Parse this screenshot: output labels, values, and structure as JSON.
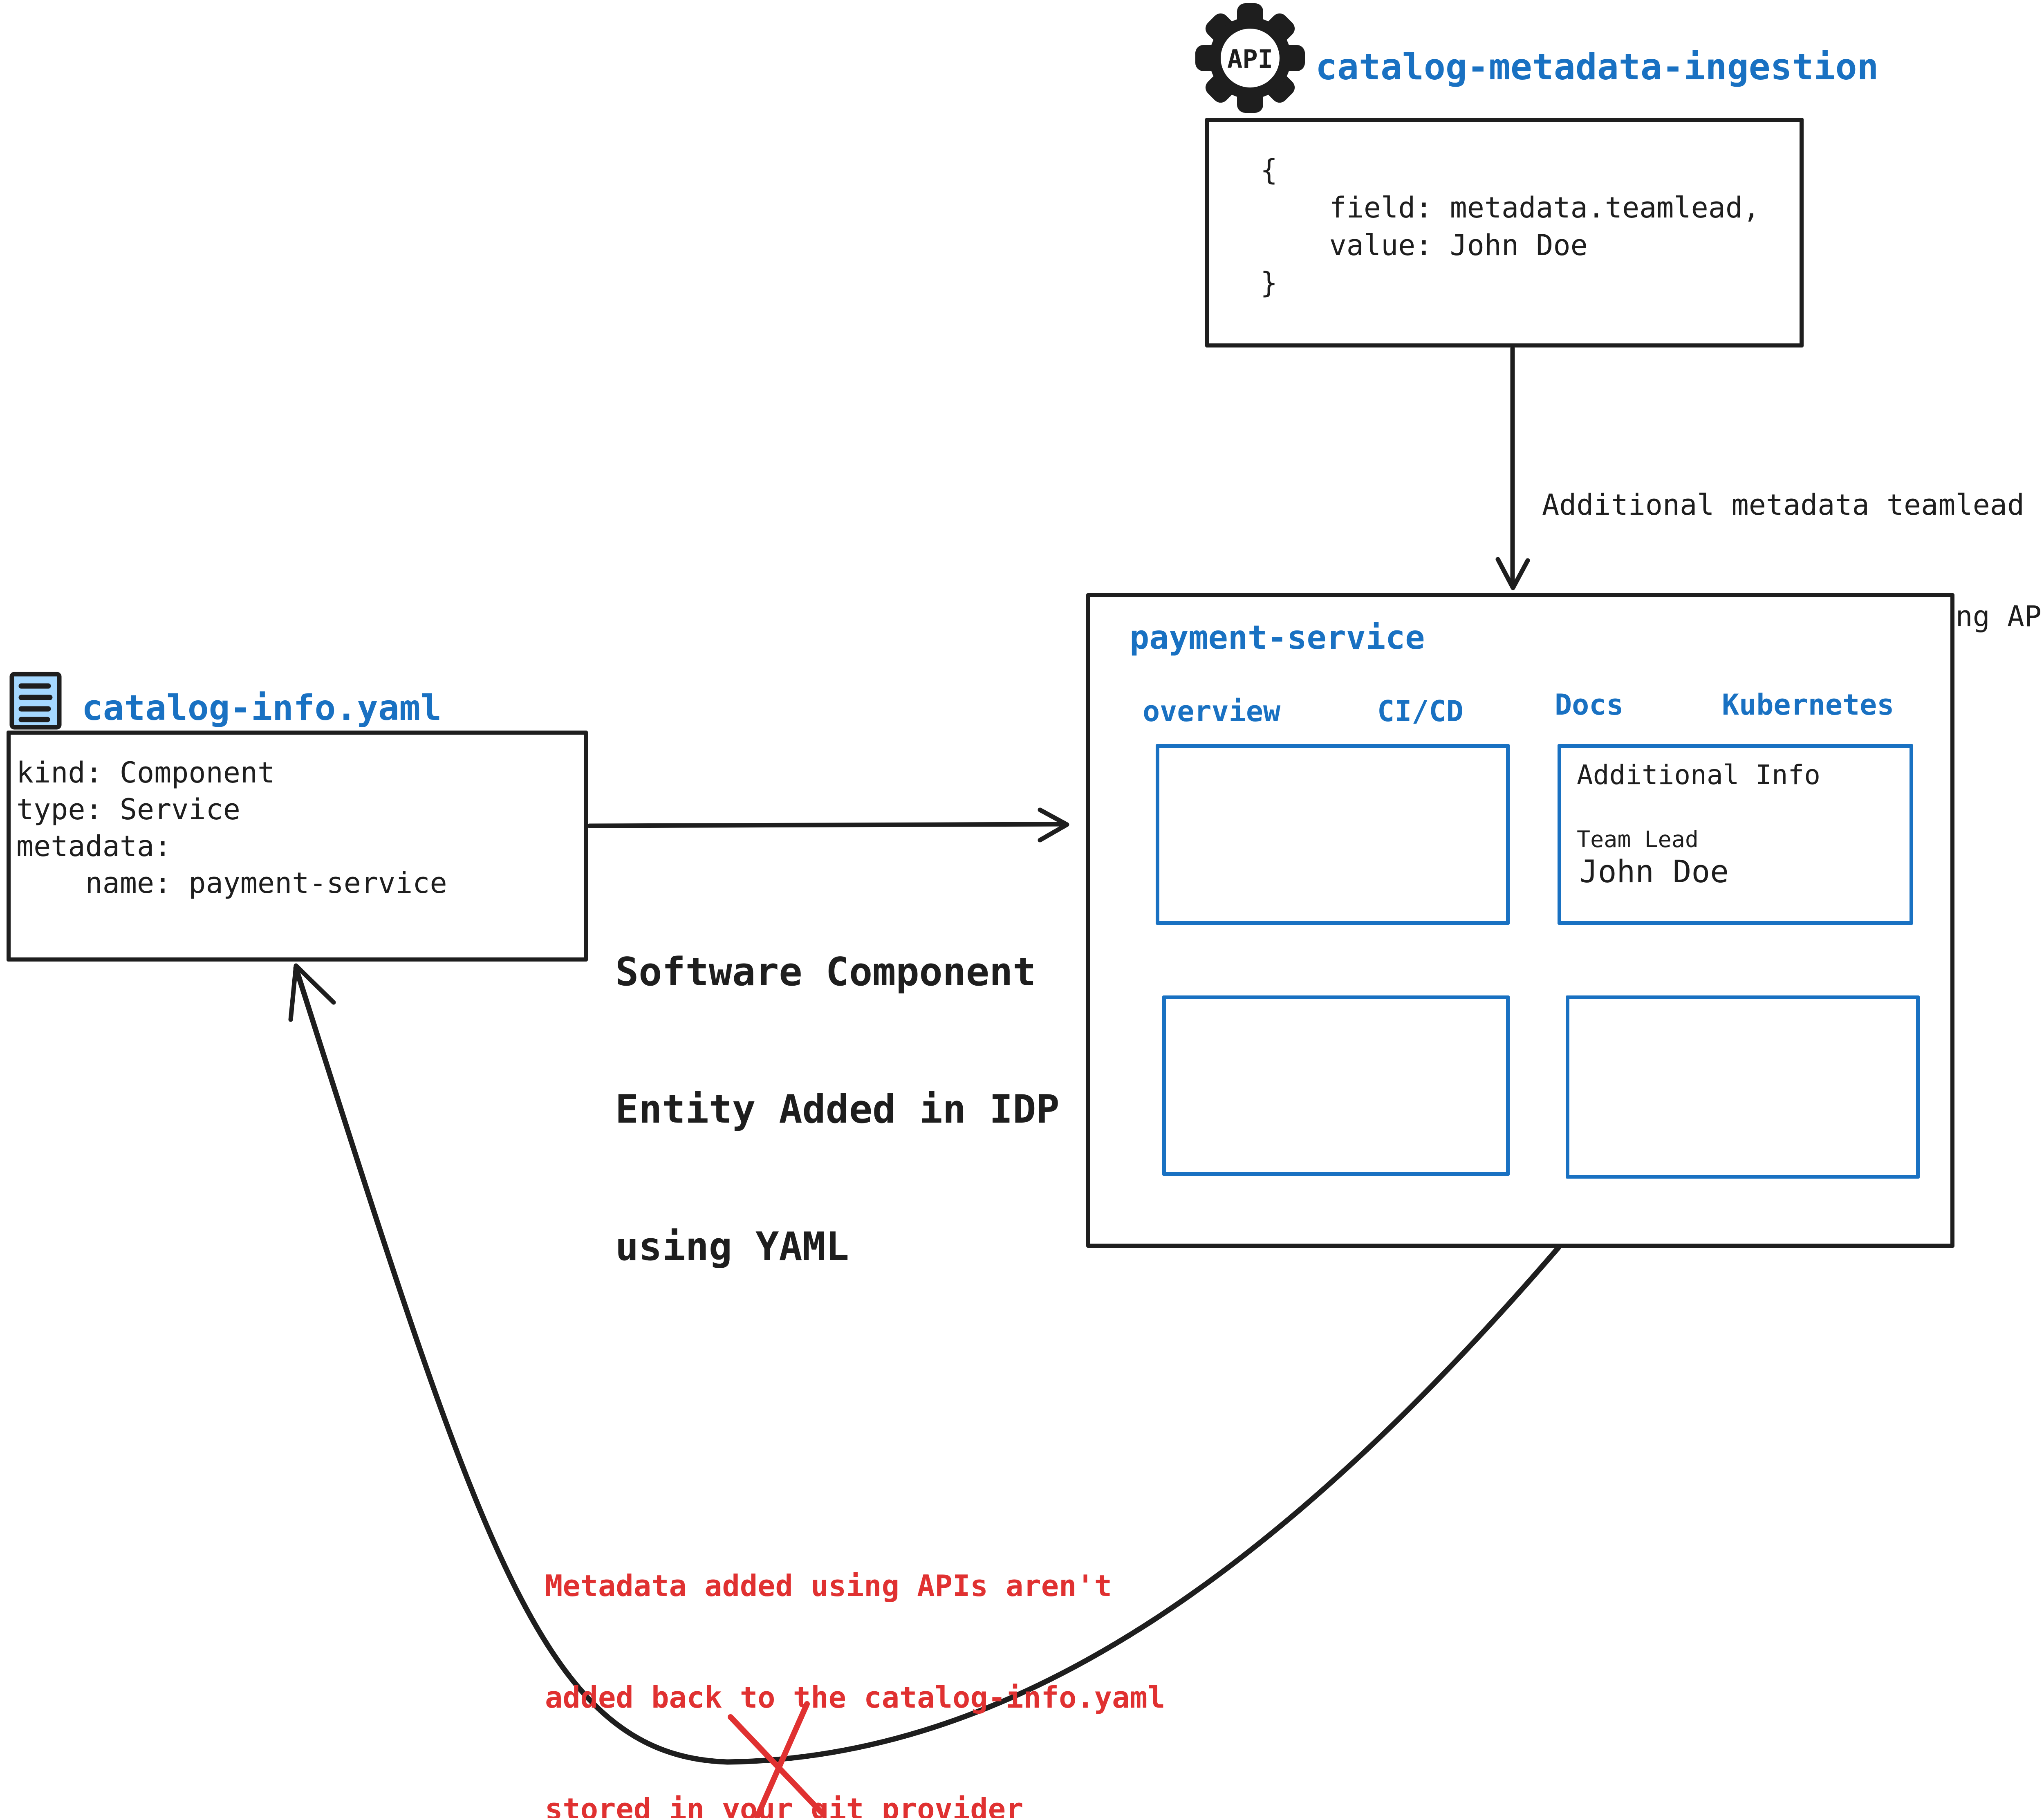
{
  "colors": {
    "accent_blue": "#1971c2",
    "ink_black": "#1e1e1e",
    "alert_red": "#e03131",
    "doc_icon_fill": "#a5d8ff"
  },
  "api_ingestion": {
    "icon_label": "API",
    "title": "catalog-metadata-ingestion",
    "code_lines": [
      "{",
      "    field: metadata.teamlead,",
      "    value: John Doe",
      "}"
    ]
  },
  "api_arrow": {
    "label_lines": [
      "Additional metadata teamlead",
      "added to the catalog using APIs"
    ]
  },
  "idp": {
    "title": "payment-service",
    "tabs": [
      {
        "label": "overview"
      },
      {
        "label": "CI/CD"
      },
      {
        "label": "Docs"
      },
      {
        "label": "Kubernetes"
      }
    ],
    "additional_info_panel": {
      "title": "Additional Info",
      "field_label": "Team Lead",
      "field_value": "John Doe"
    }
  },
  "yaml_arrow": {
    "label_lines": [
      "Software Component",
      "Entity Added in IDP",
      "using YAML"
    ]
  },
  "yaml_file": {
    "title": "catalog-info.yaml",
    "lines": [
      "kind: Component",
      "type: Service",
      "metadata:",
      "    name: payment-service"
    ]
  },
  "warning_note": {
    "lines": [
      "Metadata added using APIs aren't",
      "added back to the catalog-info.yaml",
      "stored in your git provider"
    ]
  }
}
